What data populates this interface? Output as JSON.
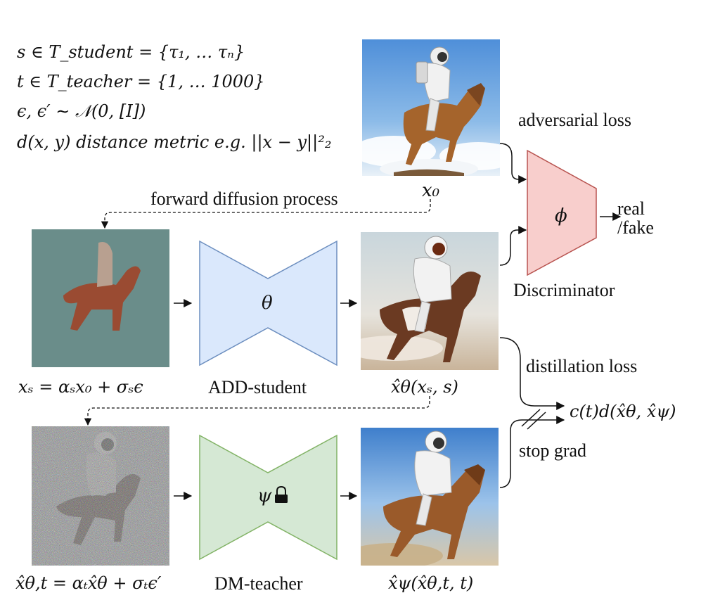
{
  "definitions": {
    "line1": "s ∈ T_student = {τ₁, … τₙ}",
    "line2": "t ∈ T_teacher = {1, … 1000}",
    "line3": "ϵ, ϵ′ ∼ 𝒩(0, [I])",
    "line4": "d(x, y) distance metric e.g. ||x − y||²₂"
  },
  "labels": {
    "x0": "x₀",
    "forward_diffusion": "forward diffusion process",
    "adversarial_loss": "adversarial loss",
    "discriminator_symbol": "ϕ",
    "discriminator_name": "Discriminator",
    "real_fake": "real\n/fake",
    "student_symbol": "θ",
    "student_name": "ADD-student",
    "xs_formula": "xₛ = αₛx₀ + σₛϵ",
    "student_output": "x̂θ(xₛ, s)",
    "distillation_loss": "distillation loss",
    "loss_formula": "c(t)d(x̂θ, x̂ψ)",
    "stop_grad": "stop grad",
    "teacher_symbol": "ψ",
    "teacher_name": "DM-teacher",
    "xt_formula": "x̂θ,t = αₜx̂θ + σₜϵ′",
    "teacher_output": "x̂ψ(x̂θ,t, t)"
  },
  "colors": {
    "student_fill": "#dae8fc",
    "student_stroke": "#6c8ebf",
    "teacher_fill": "#d5e8d4",
    "teacher_stroke": "#82b366",
    "disc_fill": "#f8cecc",
    "disc_stroke": "#b85450"
  },
  "icons": {
    "teacher_lock": "lock-icon"
  }
}
